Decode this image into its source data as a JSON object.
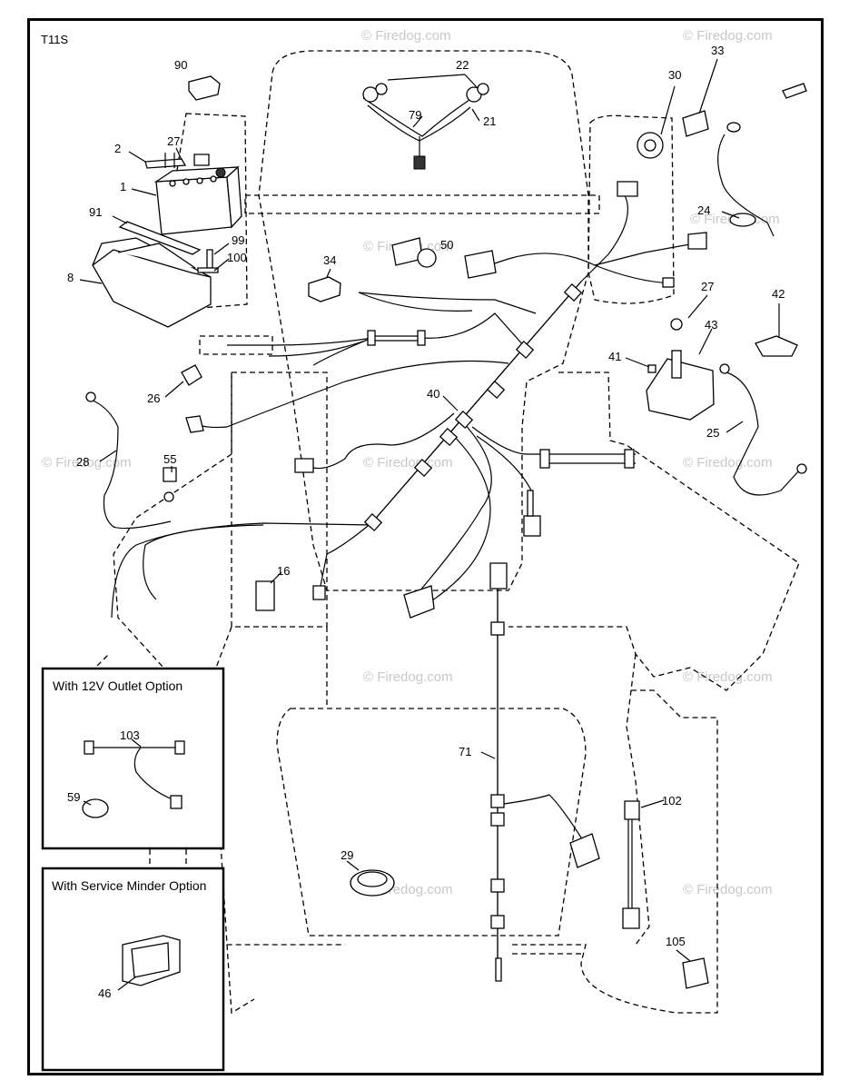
{
  "diagram_code": "T11S",
  "watermark": "© Firedog.com",
  "part_labels": {
    "p1": "1",
    "p2": "2",
    "p8": "8",
    "p16": "16",
    "p21": "21",
    "p22": "22",
    "p24": "24",
    "p25": "25",
    "p26": "26",
    "p27a": "27",
    "p27b": "27",
    "p28": "28",
    "p29": "29",
    "p30": "30",
    "p33": "33",
    "p34": "34",
    "p40": "40",
    "p41": "41",
    "p42": "42",
    "p43": "43",
    "p46": "46",
    "p50": "50",
    "p55": "55",
    "p59": "59",
    "p71": "71",
    "p79": "79",
    "p90": "90",
    "p91": "91",
    "p99": "99",
    "p100": "100",
    "p102": "102",
    "p103": "103",
    "p105": "105"
  },
  "options": {
    "outlet_12v": "With 12V Outlet Option",
    "service_minder": "With Service Minder Option"
  }
}
